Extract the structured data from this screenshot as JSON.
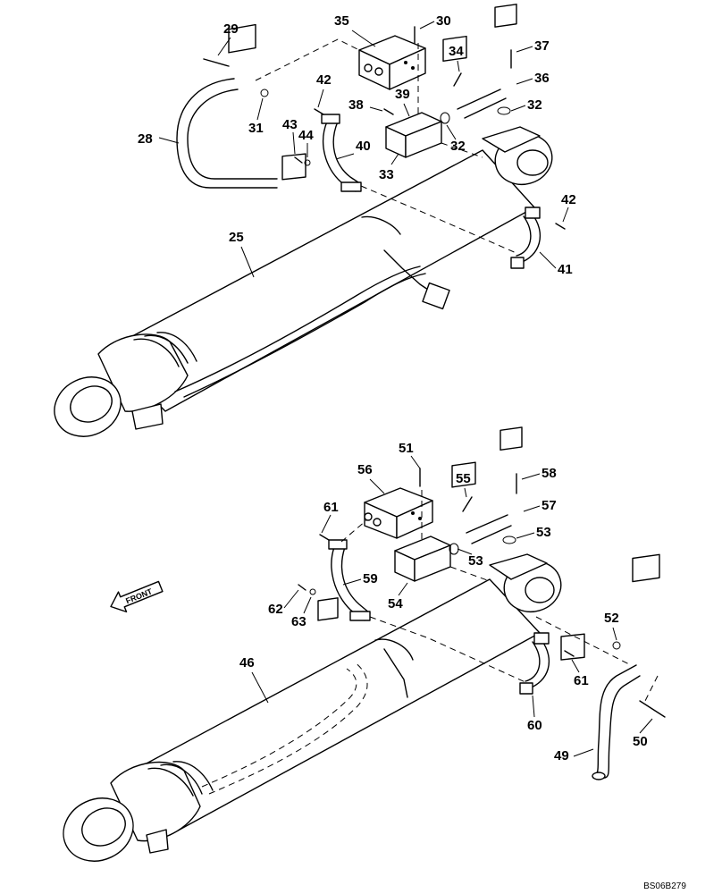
{
  "diagram": {
    "reference_code": "BS06B279",
    "front_label": "FRONT",
    "upper_assembly_callouts": [
      "25",
      "28",
      "29",
      "30",
      "31",
      "32",
      "32",
      "33",
      "34",
      "35",
      "36",
      "37",
      "38",
      "39",
      "40",
      "41",
      "42",
      "42",
      "43",
      "44"
    ],
    "lower_assembly_callouts": [
      "46",
      "49",
      "50",
      "51",
      "52",
      "53",
      "53",
      "54",
      "55",
      "56",
      "57",
      "58",
      "59",
      "60",
      "61",
      "61",
      "62",
      "63"
    ]
  }
}
